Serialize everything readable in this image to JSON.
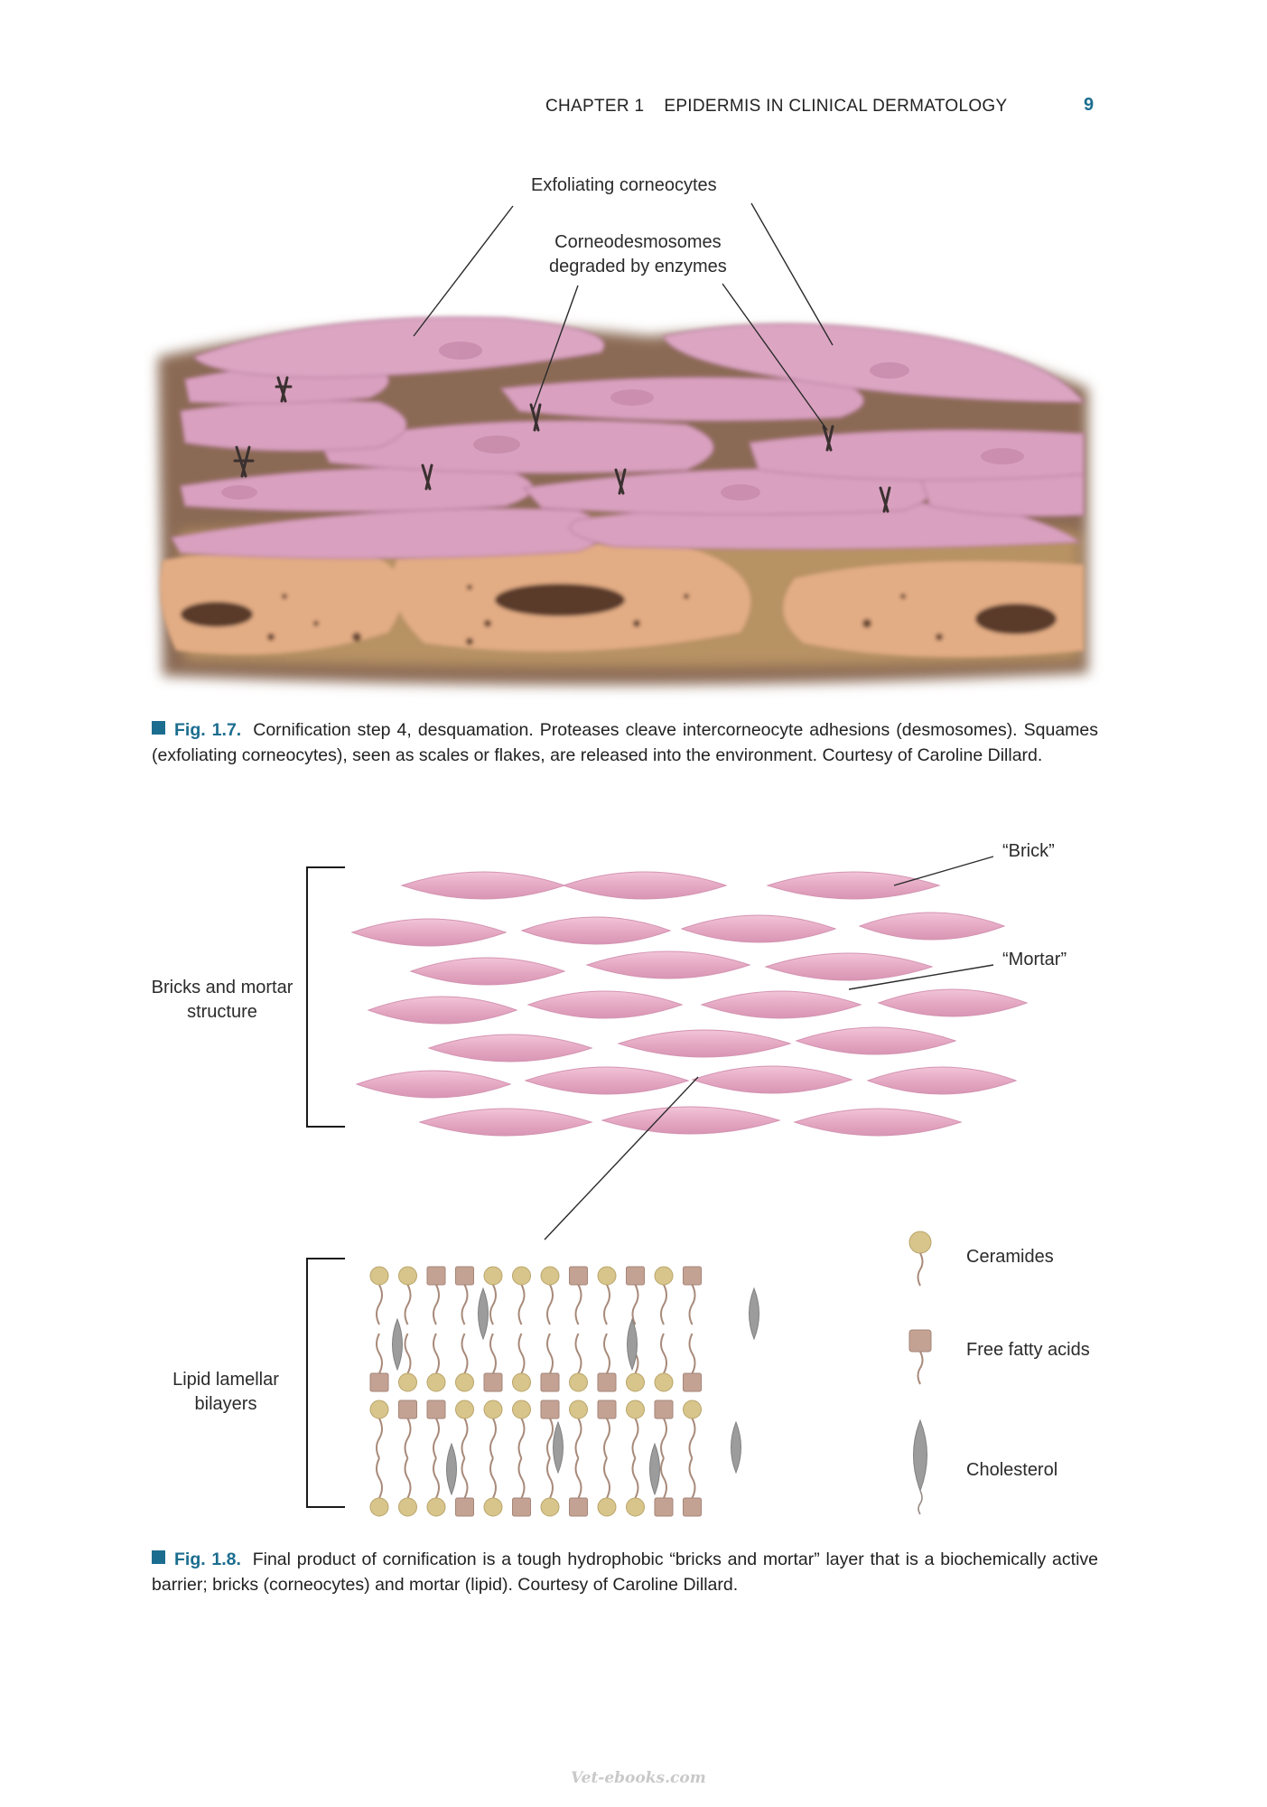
{
  "header": {
    "chapter": "CHAPTER 1",
    "chapter_title": "EPIDERMIS IN CLINICAL DERMATOLOGY",
    "page_number": "9"
  },
  "fig17": {
    "label_exfoliating": "Exfoliating corneocytes",
    "label_corneo_line1": "Corneodesmosomes",
    "label_corneo_line2": "degraded by enzymes",
    "caption_label": "Fig. 1.7.",
    "caption_text": "Cornification step 4, desquamation. Proteases cleave intercorneocyte adhesions (desmosomes). Squames (exfoliating corneocytes), seen as scales or flakes, are released into the environment. Courtesy of Caroline Dillard."
  },
  "fig18": {
    "label_brick": "“Brick”",
    "label_mortar": "“Mortar”",
    "label_bricks_line1": "Bricks and mortar",
    "label_bricks_line2": "structure",
    "label_lipid_line1": "Lipid lamellar",
    "label_lipid_line2": "bilayers",
    "legend_ceramides": "Ceramides",
    "legend_ffa": "Free fatty acids",
    "legend_cholesterol": "Cholesterol",
    "caption_label": "Fig. 1.8.",
    "caption_text": "Final product of cornification is a tough hydrophobic “bricks and mortar” layer that is a biochemically active barrier; bricks (corneocytes) and mortar (lipid). Courtesy of Caroline Dillard."
  },
  "colors": {
    "accent": "#1b6d8f",
    "corneocyte_pink": "#d9a1bf",
    "granular_tan": "#e2ac84",
    "mortar_brown": "#7a5a48",
    "ceramide": "#d8c58c",
    "fatty_acid": "#c3a294",
    "cholesterol": "#9c9c9c"
  },
  "watermark": "Vet-ebooks.com"
}
